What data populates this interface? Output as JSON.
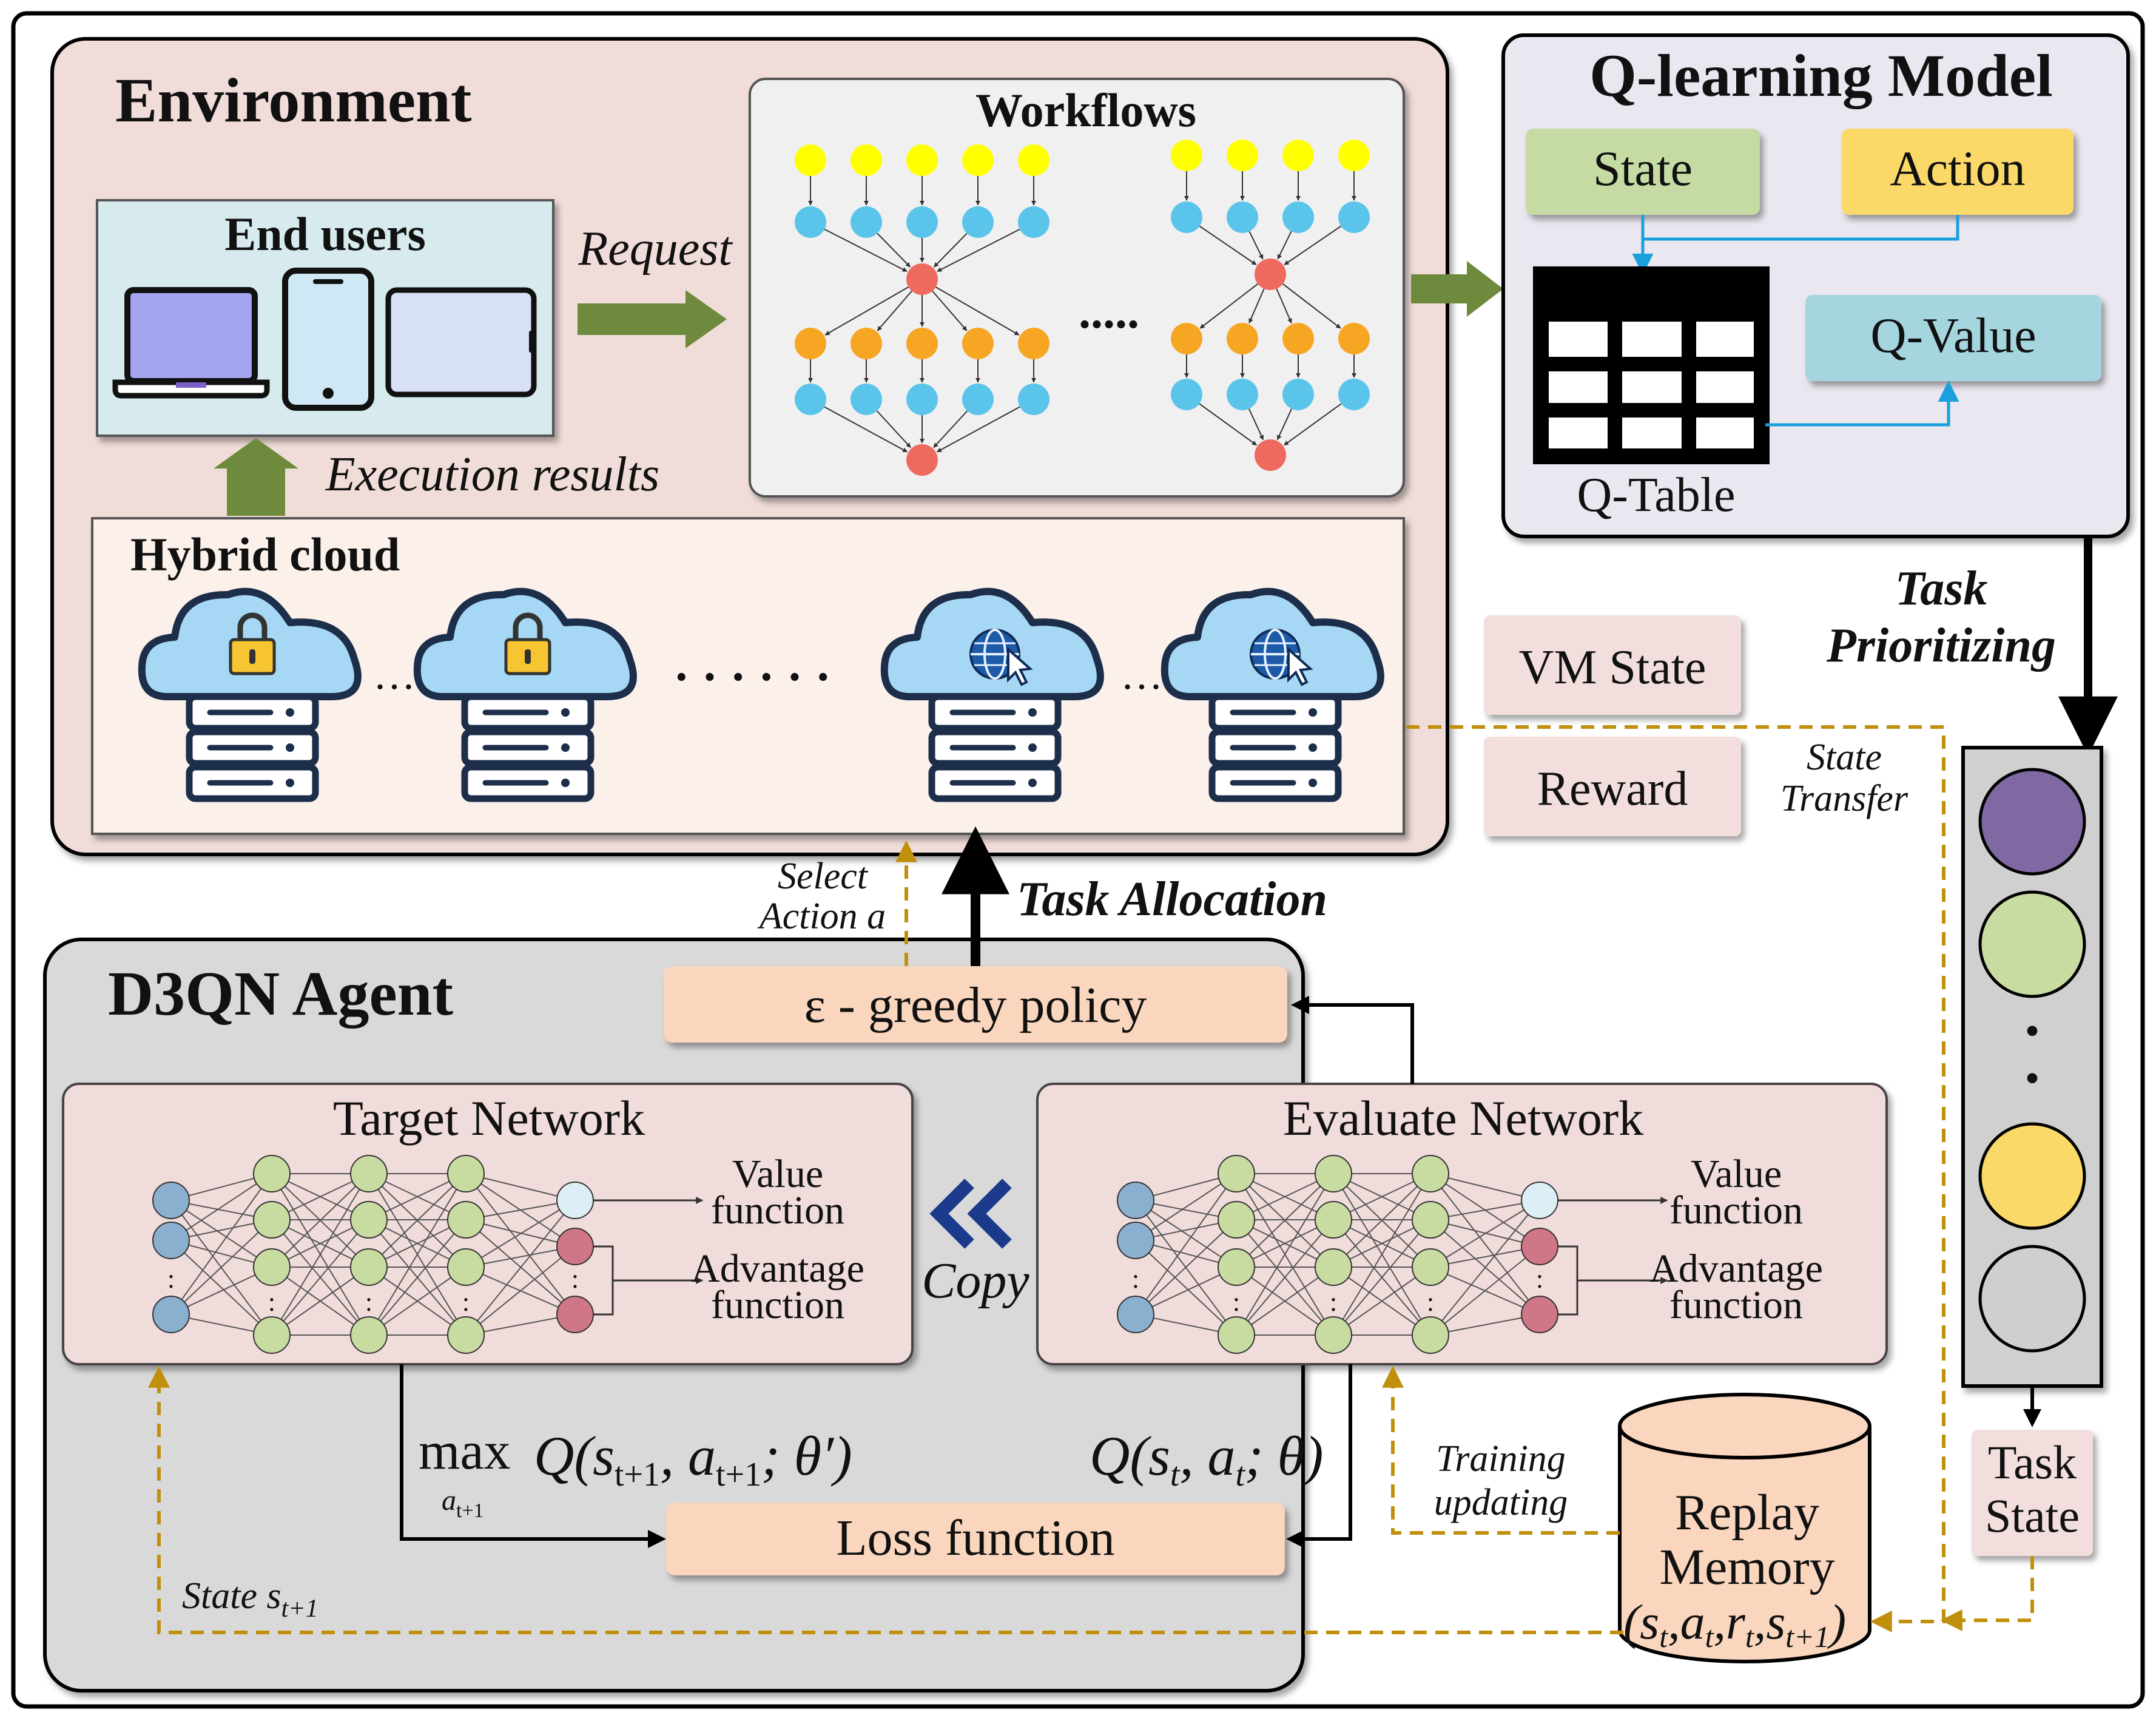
{
  "environment": {
    "title": "Environment",
    "end_users": "End users",
    "request": "Request",
    "execution_results": "Execution results",
    "workflows": "Workflows",
    "workflows_ellipsis": ".....",
    "hybrid_cloud": "Hybrid cloud",
    "cloud_gap_dots": "…",
    "cloud_mid_dots": "· · · · · ·"
  },
  "qlearning": {
    "title": "Q-learning Model",
    "state": "State",
    "action": "Action",
    "qvalue": "Q-Value",
    "qtable": "Q-Table"
  },
  "side": {
    "task_prioritizing_1": "Task",
    "task_prioritizing_2": "Prioritizing",
    "vm_state": "VM State",
    "reward": "Reward",
    "state_transfer_1": "State",
    "state_transfer_2": "Transfer",
    "task_state_1": "Task",
    "task_state_2": "State",
    "queue_dot": "•"
  },
  "middle": {
    "select_action_1": "Select",
    "select_action_2": "Action a",
    "task_allocation": "Task Allocation"
  },
  "agent": {
    "title": "D3QN Agent",
    "egreedy": "ε - greedy policy",
    "target_network": "Target Network",
    "evaluate_network": "Evaluate Network",
    "value_1": "Value",
    "value_2": "function",
    "advantage_1": "Advantage",
    "advantage_2": "function",
    "copy": "Copy",
    "max_word": "max",
    "max_sub": "a",
    "max_sub_sub": "t+1",
    "target_q": "Q(s",
    "target_q_sub1": "t+1",
    "target_q_mid": ", a",
    "target_q_sub2": "t+1",
    "target_q_end": "; θ′)",
    "eval_q": "Q(s",
    "eval_q_sub1": "t",
    "eval_q_mid": ", a",
    "eval_q_sub2": "t",
    "eval_q_end": "; θ)",
    "loss": "Loss function",
    "training_1": "Training",
    "training_2": "updating",
    "replay_1": "Replay",
    "replay_2": "Memory",
    "replay_tuple": "(s",
    "replay_tuple_sub_t": "t",
    "replay_tuple_a": ",a",
    "replay_tuple_r": ",r",
    "replay_tuple_s": ",s",
    "replay_tuple_sub_t1": "t+1",
    "replay_tuple_close": ")",
    "state_next": "State s",
    "state_next_sub": "t+1",
    "vdots": ":"
  },
  "colors": {
    "env_bg": "#f0dcd8",
    "enduser_bg": "#d7ebef",
    "hybrid_bg": "#fbf0ea",
    "workflow_bg": "#f0f0f0",
    "ql_bg": "#ebe7f0",
    "agent_bg": "#d9d9d9",
    "net_bg": "#f0dcda",
    "peach": "#f9d6bd",
    "pink_box": "#f2dedd",
    "state_green": "#c6dba4",
    "action_yellow": "#fbd968",
    "qvalue_blue": "#a5d6e0",
    "arrow_green": "#6e8b3d",
    "gold_dash": "#c0900c",
    "blue_line": "#1aa0dc",
    "node_yellow": "#ffff00",
    "node_blue": "#5ac4ea",
    "node_orange": "#f6a623",
    "node_red": "#ee6a5e",
    "nn_blue": "#8bafcf",
    "nn_green": "#c8dca1",
    "nn_light": "#ddeff5",
    "nn_red": "#cf7687",
    "queue_purple": "#8068a2",
    "queue_green": "#c8dca1",
    "queue_yellow": "#fbd968",
    "queue_gray": "#cfcfcf"
  },
  "icons": {
    "devices": [
      "laptop-icon",
      "smartphone-icon",
      "tablet-icon"
    ],
    "clouds": [
      "private-cloud-icon",
      "private-cloud-icon",
      "public-cloud-icon",
      "public-cloud-icon"
    ],
    "copy": "double-chevron-left-icon",
    "table": "table-grid-icon",
    "database": "database-cylinder-icon"
  }
}
